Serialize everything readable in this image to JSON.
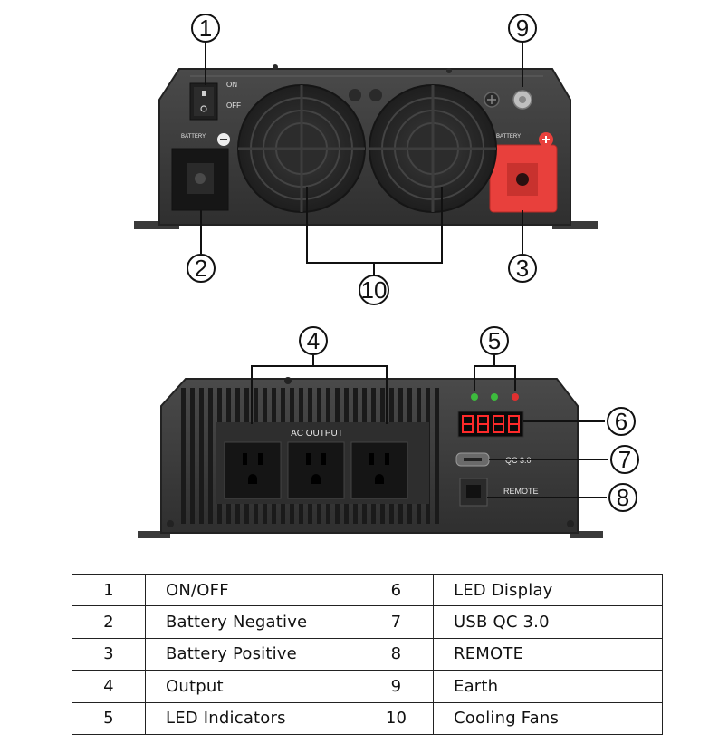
{
  "front_panel": {
    "switch_on_label": "ON",
    "switch_off_label": "OFF",
    "battery_neg_label": "BATTERY",
    "battery_pos_label": "BATTERY"
  },
  "back_panel": {
    "ac_output_label": "AC OUTPUT",
    "usb_label": "QC 3.0",
    "remote_label": "REMOTE"
  },
  "callouts": [
    "1",
    "2",
    "3",
    "4",
    "5",
    "6",
    "7",
    "8",
    "9",
    "10"
  ],
  "legend": [
    {
      "num": "1",
      "label": "ON/OFF",
      "num2": "6",
      "label2": "LED Display"
    },
    {
      "num": "2",
      "label": "Battery Negative",
      "num2": "7",
      "label2": "USB QC 3.0"
    },
    {
      "num": "3",
      "label": "Battery Positive",
      "num2": "8",
      "label2": "REMOTE"
    },
    {
      "num": "4",
      "label": "Output",
      "num2": "9",
      "label2": "Earth"
    },
    {
      "num": "5",
      "label": "LED Indicators",
      "num2": "10",
      "label2": "Cooling Fans"
    }
  ],
  "colors": {
    "housing": "#3b3b3b",
    "housing_edge": "#222222",
    "terminal_positive": "#e8403c",
    "led_green": "#3dbb3d",
    "led_red": "#e03030",
    "display_red": "#ff2a2a"
  }
}
